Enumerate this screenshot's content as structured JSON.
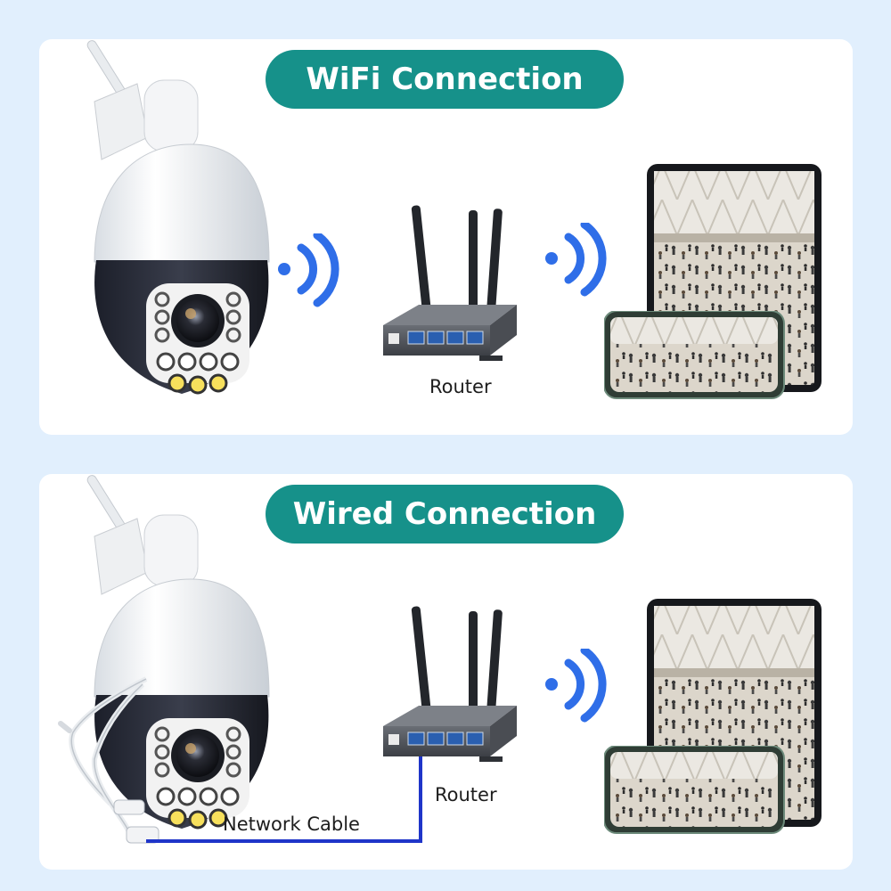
{
  "wifi_section": {
    "title": "WiFi Connection",
    "router_label": "Router"
  },
  "wired_section": {
    "title": "Wired Connection",
    "router_label": "Router",
    "cable_label": "Network Cable"
  },
  "colors": {
    "background": "#e1effd",
    "panel": "#ffffff",
    "pill": "#16918a",
    "signal": "#2f6ee8",
    "cable": "#1f35c9"
  }
}
